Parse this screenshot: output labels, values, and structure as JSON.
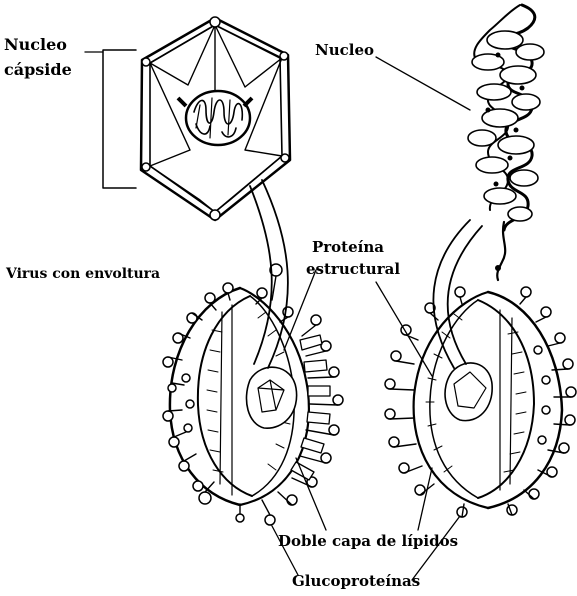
{
  "labels": {
    "nucleocapsid_line1": "Nucleo",
    "nucleocapsid_line2": "cápside",
    "nucleus": "Nucleo",
    "enveloped_virus": "Virus con envoltura",
    "structural_protein_line1": "Proteína",
    "structural_protein_line2": "estructural",
    "lipid_bilayer": "Doble capa de lípidos",
    "glycoproteins": "Glucoproteínas"
  }
}
